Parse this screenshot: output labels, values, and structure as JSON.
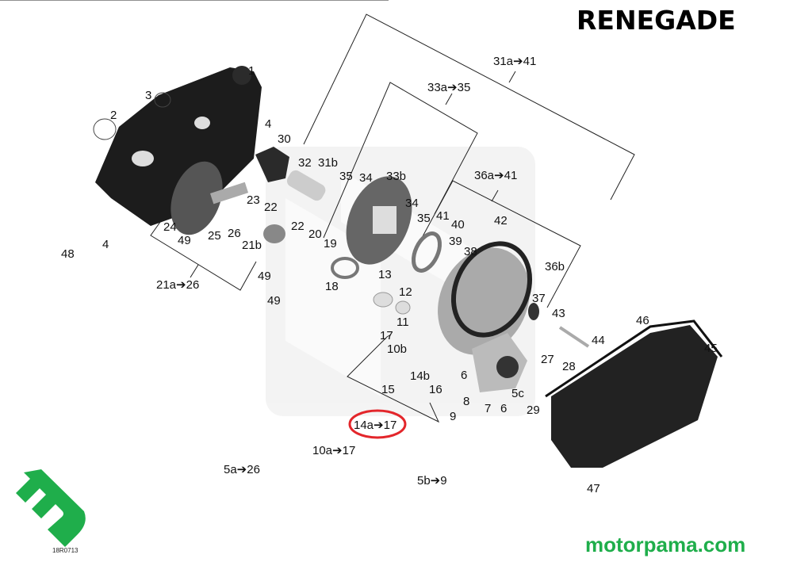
{
  "diagram": {
    "title": "RENEGADE",
    "website": "motorpama.com",
    "drawing_code": "18R0713",
    "highlight_color": "#e3262b",
    "brand_color": "#1fae4b",
    "highlighted_group": "14a➔17",
    "groups": [
      {
        "id": "31a-41",
        "label": "31a➔41"
      },
      {
        "id": "33a-35",
        "label": "33a➔35"
      },
      {
        "id": "36a-41",
        "label": "36a➔41"
      },
      {
        "id": "21a-26",
        "label": "21a➔26"
      },
      {
        "id": "14a-17",
        "label": "14a➔17"
      },
      {
        "id": "10a-17",
        "label": "10a➔17"
      },
      {
        "id": "5a-26",
        "label": "5a➔26"
      },
      {
        "id": "5b-9",
        "label": "5b➔9"
      }
    ],
    "callouts": [
      {
        "id": "c1",
        "text": "1"
      },
      {
        "id": "c2",
        "text": "2"
      },
      {
        "id": "c3",
        "text": "3"
      },
      {
        "id": "c4a",
        "text": "4"
      },
      {
        "id": "c4b",
        "text": "4"
      },
      {
        "id": "c30",
        "text": "30"
      },
      {
        "id": "c32",
        "text": "32"
      },
      {
        "id": "c31b",
        "text": "31b"
      },
      {
        "id": "c35a",
        "text": "35"
      },
      {
        "id": "c34a",
        "text": "34"
      },
      {
        "id": "c33b",
        "text": "33b"
      },
      {
        "id": "c34b",
        "text": "34"
      },
      {
        "id": "c35b",
        "text": "35"
      },
      {
        "id": "c41",
        "text": "41"
      },
      {
        "id": "c40",
        "text": "40"
      },
      {
        "id": "c39",
        "text": "39"
      },
      {
        "id": "c38",
        "text": "38"
      },
      {
        "id": "c42",
        "text": "42"
      },
      {
        "id": "c36b",
        "text": "36b"
      },
      {
        "id": "c37",
        "text": "37"
      },
      {
        "id": "c43",
        "text": "43"
      },
      {
        "id": "c44",
        "text": "44"
      },
      {
        "id": "c46",
        "text": "46"
      },
      {
        "id": "c45",
        "text": "45"
      },
      {
        "id": "c47",
        "text": "47"
      },
      {
        "id": "c23",
        "text": "23"
      },
      {
        "id": "c22a",
        "text": "22"
      },
      {
        "id": "c22b",
        "text": "22"
      },
      {
        "id": "c20",
        "text": "20"
      },
      {
        "id": "c19",
        "text": "19"
      },
      {
        "id": "c18",
        "text": "18"
      },
      {
        "id": "c24",
        "text": "24"
      },
      {
        "id": "c25",
        "text": "25"
      },
      {
        "id": "c26",
        "text": "26"
      },
      {
        "id": "c21b",
        "text": "21b"
      },
      {
        "id": "c49a",
        "text": "49"
      },
      {
        "id": "c49b",
        "text": "49"
      },
      {
        "id": "c49c",
        "text": "49"
      },
      {
        "id": "c48",
        "text": "48"
      },
      {
        "id": "c13",
        "text": "13"
      },
      {
        "id": "c12",
        "text": "12"
      },
      {
        "id": "c11",
        "text": "11"
      },
      {
        "id": "c17",
        "text": "17"
      },
      {
        "id": "c10b",
        "text": "10b"
      },
      {
        "id": "c14b",
        "text": "14b"
      },
      {
        "id": "c15",
        "text": "15"
      },
      {
        "id": "c16",
        "text": "16"
      },
      {
        "id": "c6a",
        "text": "6"
      },
      {
        "id": "c6b",
        "text": "6"
      },
      {
        "id": "c8",
        "text": "8"
      },
      {
        "id": "c7",
        "text": "7"
      },
      {
        "id": "c9",
        "text": "9"
      },
      {
        "id": "c5c",
        "text": "5c"
      },
      {
        "id": "c27",
        "text": "27"
      },
      {
        "id": "c28",
        "text": "28"
      },
      {
        "id": "c29",
        "text": "29"
      }
    ]
  }
}
